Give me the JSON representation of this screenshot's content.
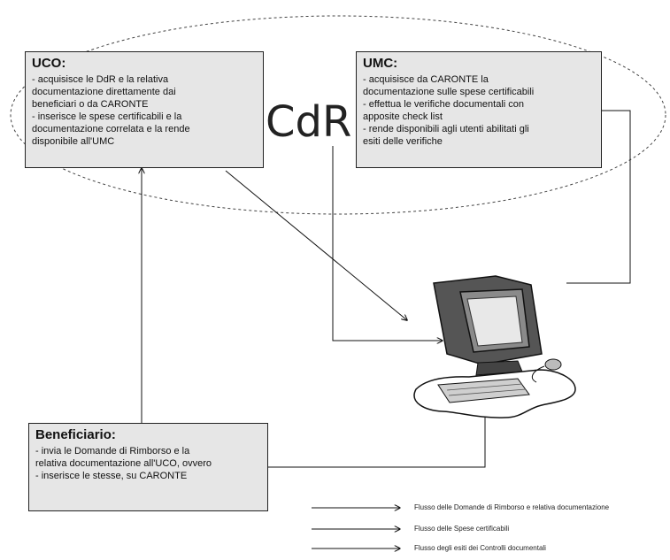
{
  "center_label": "CdR",
  "uco": {
    "title": "UCO:",
    "lines": [
      "- acquisisce le DdR e la relativa",
      "documentazione direttamente dai",
      "beneficiari o da CARONTE",
      "- inserisce le spese certificabili e la",
      "documentazione correlata e la rende",
      "disponibile all'UMC"
    ]
  },
  "umc": {
    "title": "UMC:",
    "lines": [
      "- acquisisce da CARONTE la",
      "documentazione sulle spese certificabili",
      "- effettua le verifiche documentali con",
      "apposite check list",
      "- rende disponibili agli utenti abilitati gli",
      "esiti delle verifiche"
    ]
  },
  "beneficiario": {
    "title": "Beneficiario:",
    "lines": [
      "- invia le Domande di Rimborso e la",
      "relativa documentazione all'UCO, ovvero",
      "- inserisce le stesse, su CARONTE"
    ]
  },
  "legend": [
    "Flusso delle Domande di Rimborso e relativa documentazione",
    "Flusso delle Spese certificabili",
    "Flusso degli esiti dei Controlli documentali"
  ]
}
